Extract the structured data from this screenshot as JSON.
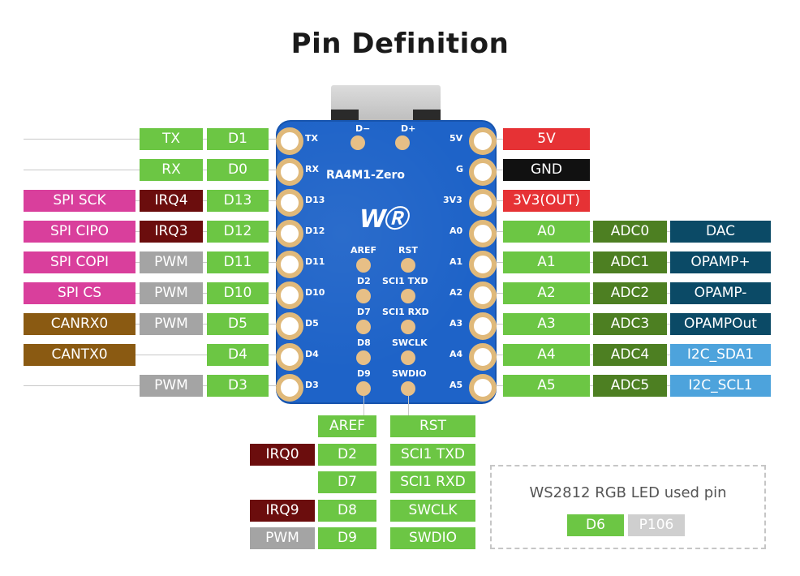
{
  "title": "Pin Definition",
  "board_name": "RA4M1-Zero",
  "colors": {
    "digital": "#6cc644",
    "spi": "#d93f9c",
    "irq": "#6b0d0d",
    "pwm": "#a4a4a4",
    "can": "#8a5a12",
    "power": "#e63235",
    "ground": "#111111",
    "adc": "#4d7f22",
    "analog_func": "#0b4a66",
    "i2c": "#4da3dc",
    "port": "#cfcfcf",
    "board": "#1e63c8"
  },
  "left_pins": [
    {
      "pin": "D1",
      "silk": "TX",
      "alt1": null,
      "alt2": {
        "label": "TX",
        "type": "digital"
      },
      "alt3": null
    },
    {
      "pin": "D0",
      "silk": "RX",
      "alt2": {
        "label": "RX",
        "type": "digital"
      },
      "alt3": null
    },
    {
      "pin": "D13",
      "silk": "D13",
      "alt2": {
        "label": "IRQ4",
        "type": "irq"
      },
      "alt3": {
        "label": "SPI SCK",
        "type": "spi"
      }
    },
    {
      "pin": "D12",
      "silk": "D12",
      "alt2": {
        "label": "IRQ3",
        "type": "irq"
      },
      "alt3": {
        "label": "SPI CIPO",
        "type": "spi"
      }
    },
    {
      "pin": "D11",
      "silk": "D11",
      "alt2": {
        "label": "PWM",
        "type": "pwm"
      },
      "alt3": {
        "label": "SPI COPI",
        "type": "spi"
      }
    },
    {
      "pin": "D10",
      "silk": "D10",
      "alt2": {
        "label": "PWM",
        "type": "pwm"
      },
      "alt3": {
        "label": "SPI CS",
        "type": "spi"
      }
    },
    {
      "pin": "D5",
      "silk": "D5",
      "alt2": {
        "label": "PWM",
        "type": "pwm"
      },
      "alt3": {
        "label": "CANRX0",
        "type": "can"
      }
    },
    {
      "pin": "D4",
      "silk": "D4",
      "alt2": null,
      "alt3": {
        "label": "CANTX0",
        "type": "can"
      }
    },
    {
      "pin": "D3",
      "silk": "D3",
      "alt2": {
        "label": "PWM",
        "type": "pwm"
      },
      "alt3": null
    }
  ],
  "right_pins": [
    {
      "pin": "5V",
      "silk": "5V",
      "type": "power",
      "alt1": null,
      "alt2": null
    },
    {
      "pin": "GND",
      "silk": "G",
      "type": "ground",
      "alt1": null,
      "alt2": null
    },
    {
      "pin": "3V3(OUT)",
      "silk": "3V3",
      "type": "power",
      "alt1": null,
      "alt2": null
    },
    {
      "pin": "A0",
      "silk": "A0",
      "type": "digital",
      "alt1": {
        "label": "ADC0",
        "type": "adc"
      },
      "alt2": {
        "label": "DAC",
        "type": "analog_func"
      }
    },
    {
      "pin": "A1",
      "silk": "A1",
      "type": "digital",
      "alt1": {
        "label": "ADC1",
        "type": "adc"
      },
      "alt2": {
        "label": "OPAMP+",
        "type": "analog_func"
      }
    },
    {
      "pin": "A2",
      "silk": "A2",
      "type": "digital",
      "alt1": {
        "label": "ADC2",
        "type": "adc"
      },
      "alt2": {
        "label": "OPAMP-",
        "type": "analog_func"
      }
    },
    {
      "pin": "A3",
      "silk": "A3",
      "type": "digital",
      "alt1": {
        "label": "ADC3",
        "type": "adc"
      },
      "alt2": {
        "label": "OPAMPOut",
        "type": "analog_func"
      }
    },
    {
      "pin": "A4",
      "silk": "A4",
      "type": "digital",
      "alt1": {
        "label": "ADC4",
        "type": "adc"
      },
      "alt2": {
        "label": "I2C_SDA1",
        "type": "i2c"
      }
    },
    {
      "pin": "A5",
      "silk": "A5",
      "type": "digital",
      "alt1": {
        "label": "ADC5",
        "type": "adc"
      },
      "alt2": {
        "label": "I2C_SCL1",
        "type": "i2c"
      }
    }
  ],
  "top_silk": [
    "D−",
    "D+"
  ],
  "bottom_left_pins": [
    {
      "pin": "AREF",
      "alt": null
    },
    {
      "pin": "D2",
      "alt": {
        "label": "IRQ0",
        "type": "irq"
      }
    },
    {
      "pin": "D7",
      "alt": null
    },
    {
      "pin": "D8",
      "alt": {
        "label": "IRQ9",
        "type": "irq"
      }
    },
    {
      "pin": "D9",
      "alt": {
        "label": "PWM",
        "type": "pwm"
      }
    }
  ],
  "bottom_right_pins": [
    "RST",
    "SCI1 TXD",
    "SCI1 RXD",
    "SWCLK",
    "SWDIO"
  ],
  "led_box": {
    "label": "WS2812 RGB LED used pin",
    "pin": "D6",
    "port": "P106"
  }
}
